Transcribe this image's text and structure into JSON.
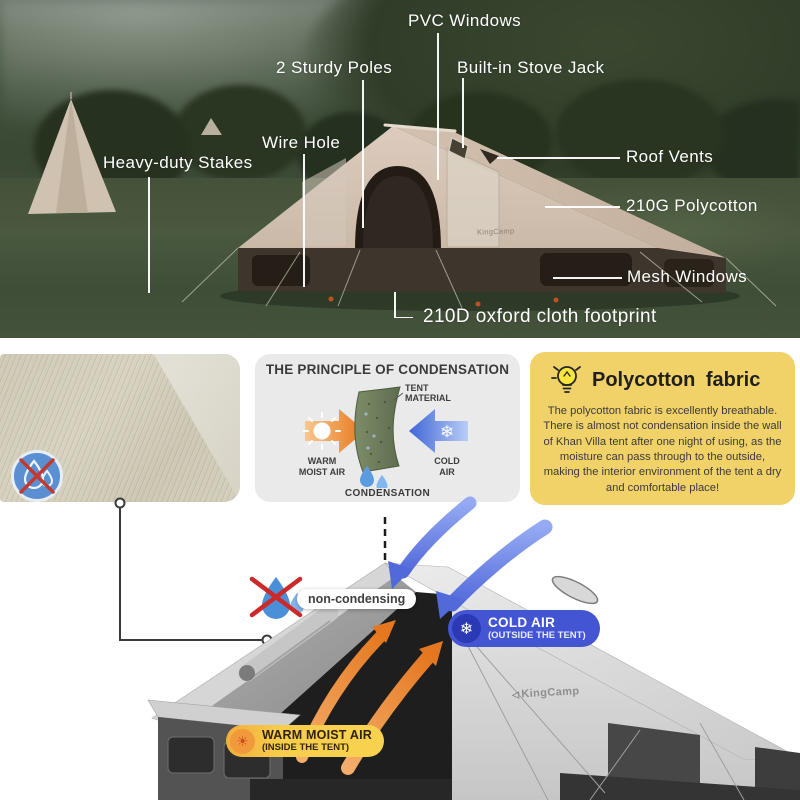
{
  "photo": {
    "brand": "KingCamp",
    "labels": {
      "pvc_windows": "PVC Windows",
      "sturdy_poles": "2 Sturdy Poles",
      "stove_jack": "Built-in Stove Jack",
      "wire_hole": "Wire Hole",
      "stakes": "Heavy-duty Stakes",
      "roof_vents": "Roof Vents",
      "polycotton": "210G Polycotton",
      "mesh_windows": "Mesh Windows",
      "footprint": "210D oxford cloth footprint"
    }
  },
  "condensation_panel": {
    "title": "THE PRINCIPLE OF CONDENSATION",
    "tent_material_line1": "TENT",
    "tent_material_line2": "MATERIAL",
    "warm_line1": "WARM",
    "warm_line2": "MOIST AIR",
    "cold_line1": "COLD",
    "cold_line2": "AIR",
    "condensation_label": "CONDENSATION"
  },
  "polycotton_panel": {
    "title": "Polycotton fabric",
    "body": "The polycotton fabric is excellently breathable. There is almost not condensation inside the wall of Khan Villa tent after one night of using, as the moisture can pass through to the outside, making the interior environment of the tent a dry and comfortable place!"
  },
  "cutaway": {
    "non_condensing_label": "non-condensing",
    "cold_air_title": "COLD AIR",
    "cold_air_subtitle": "(OUTSIDE THE TENT)",
    "warm_air_title": "WARM MOIST AIR",
    "warm_air_subtitle": "(INSIDE THE TENT)",
    "brand": "KingCamp",
    "brand_mark": "◁",
    "snowflake_glyph": "❄",
    "sun_glyph": "☀"
  },
  "colors": {
    "warm_orange": "#e8812c",
    "cold_blue": "#4355d2",
    "badge_yellow": "#f6c94a",
    "panel_gray": "#eaeaea",
    "panel_yellow": "#f1d269",
    "label_white": "#ffffff"
  }
}
